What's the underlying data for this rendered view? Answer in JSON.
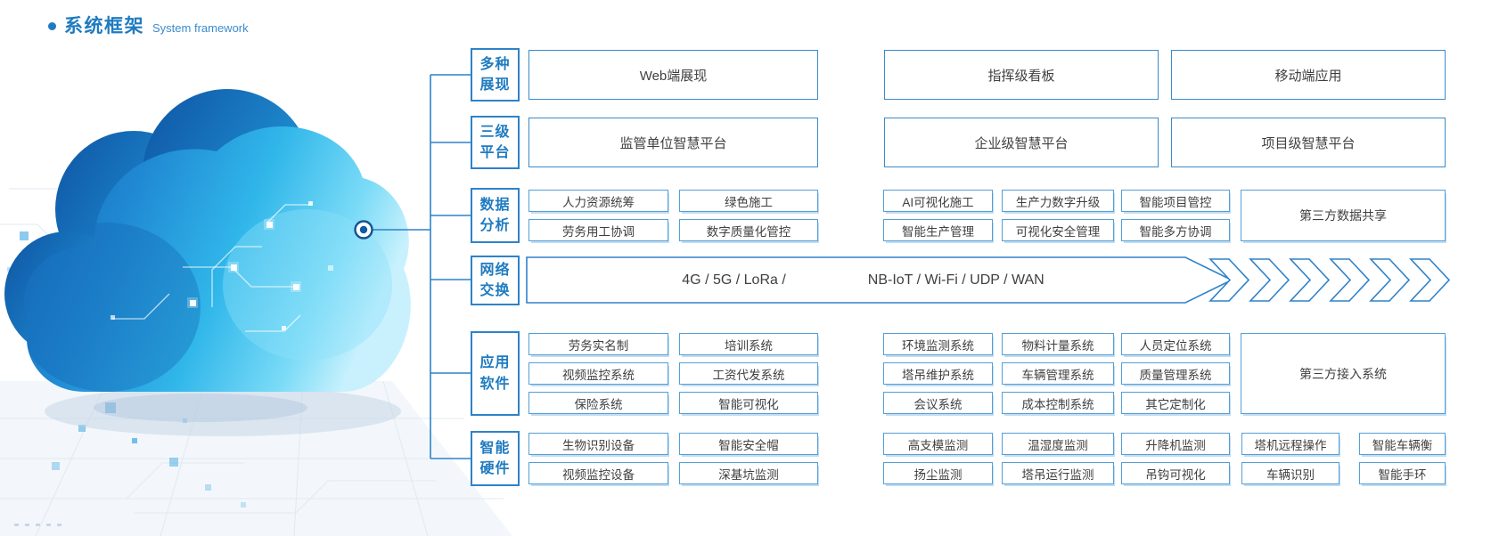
{
  "title": {
    "zh": "系统框架",
    "en": "System framework"
  },
  "colors": {
    "accent": "#1f7bc0",
    "tree_line": "#2e82c8",
    "wide_border": "#3a8ac9",
    "small_border": "#539fd7",
    "text": "#3f3f3f"
  },
  "network": {
    "segment1": "4G / 5G / LoRa /",
    "segment2": "NB-IoT / Wi-Fi / UDP / WAN",
    "chevron_count": 6
  },
  "groups": [
    {
      "name": "multi-display",
      "label": [
        "多种",
        "展现"
      ],
      "wide": [
        "Web端展现",
        "指挥级看板",
        "移动端应用"
      ]
    },
    {
      "name": "three-tier-platform",
      "label": [
        "三级",
        "平台"
      ],
      "wide": [
        "监管单位智慧平台",
        "企业级智慧平台",
        "项目级智慧平台"
      ]
    },
    {
      "name": "data-analysis",
      "label": [
        "数据",
        "分析"
      ],
      "rows": [
        [
          "人力资源统筹",
          "绿色施工",
          "AI可视化施工",
          "生产力数字升级",
          "智能项目管控"
        ],
        [
          "劳务用工协调",
          "数字质量化管控",
          "智能生产管理",
          "可视化安全管理",
          "智能多方协调"
        ]
      ],
      "side": "第三方数据共享"
    },
    {
      "name": "network-exchange",
      "label": [
        "网络",
        "交换"
      ]
    },
    {
      "name": "application-software",
      "label": [
        "应用",
        "软件"
      ],
      "rows": [
        [
          "劳务实名制",
          "培训系统",
          "环境监测系统",
          "物料计量系统",
          "人员定位系统"
        ],
        [
          "视频监控系统",
          "工资代发系统",
          "塔吊维护系统",
          "车辆管理系统",
          "质量管理系统"
        ],
        [
          "保险系统",
          "智能可视化",
          "会议系统",
          "成本控制系统",
          "其它定制化"
        ]
      ],
      "side": "第三方接入系统"
    },
    {
      "name": "smart-hardware",
      "label": [
        "智能",
        "硬件"
      ],
      "rows": [
        [
          "生物识别设备",
          "智能安全帽",
          "高支模监测",
          "温湿度监测",
          "升降机监测",
          "塔机远程操作",
          "智能车辆衡"
        ],
        [
          "视频监控设备",
          "深基坑监测",
          "扬尘监测",
          "塔吊运行监测",
          "吊钩可视化",
          "车辆识别",
          "智能手环"
        ]
      ]
    }
  ]
}
